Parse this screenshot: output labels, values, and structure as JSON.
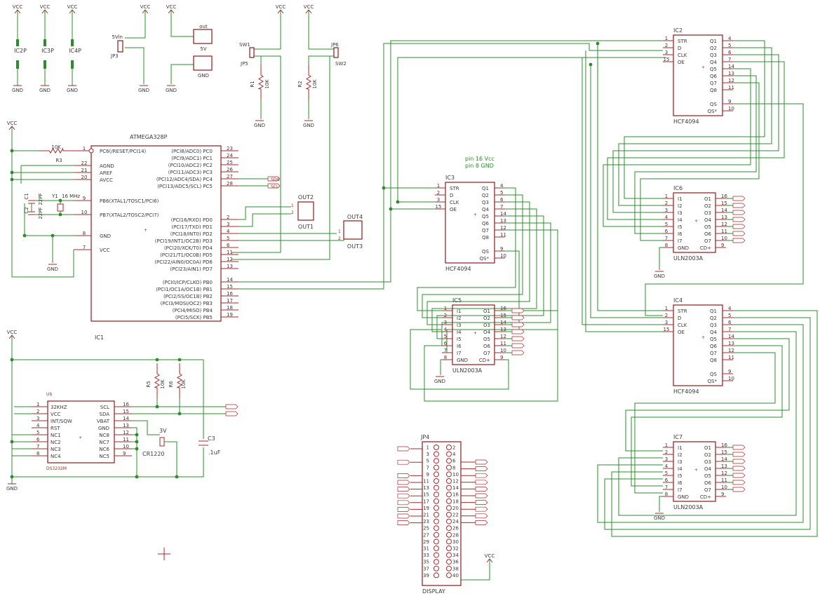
{
  "power": {
    "vcc": "VCC",
    "gnd": "GND",
    "out": "out",
    "v5": "5V",
    "v5in": "5Vin",
    "v3": "3V"
  },
  "small_ics": [
    {
      "name": "IC2P"
    },
    {
      "name": "IC3P"
    },
    {
      "name": "IC4P"
    }
  ],
  "jumpers": {
    "jp3": "JP3",
    "jp5": "JP5",
    "jp6": "JP6",
    "sw1": "SW1",
    "sw2": "SW2"
  },
  "resistors": [
    {
      "ref": "R1",
      "value": "10K"
    },
    {
      "ref": "R2",
      "value": "10K"
    },
    {
      "ref": "R3",
      "value": "10K"
    },
    {
      "ref": "R5",
      "value": "10K"
    },
    {
      "ref": "R6",
      "value": "10K"
    }
  ],
  "caps": {
    "c1": "C1",
    "c2": "C2",
    "c1v": "22PF",
    "c2v": "22PF",
    "y1": "Y1",
    "y1v": "16 MHz",
    "c3": "C3",
    "c3v": ".1uF"
  },
  "mcu": {
    "title": "ATMEGA328P",
    "ref": "IC1",
    "left_pins": [
      {
        "num": "1",
        "name": "PC6(/RESET/PCI14)"
      },
      {
        "num": "22",
        "name": "AGND"
      },
      {
        "num": "21",
        "name": "AREF"
      },
      {
        "num": "20",
        "name": "AVCC"
      },
      {
        "num": "9",
        "name": "PB6(XTAL1/TOSC1/PCI6)"
      },
      {
        "num": "10",
        "name": "PB7(XTAL2/TOSC2/PCI7)"
      },
      {
        "num": "8",
        "name": "GND"
      },
      {
        "num": "7",
        "name": "VCC"
      }
    ],
    "right_pins": [
      {
        "num": "23",
        "name": "(PCI8/ADC0) PC0"
      },
      {
        "num": "24",
        "name": "(PCI9/ADC1) PC1"
      },
      {
        "num": "25",
        "name": "(PCI10/ADC2) PC2"
      },
      {
        "num": "26",
        "name": "(PCI11/ADC3) PC3"
      },
      {
        "num": "27",
        "name": "(PCI12/ADC4/SDA) PC4"
      },
      {
        "num": "28",
        "name": "(PCI13/ADC5/SCL) PC5"
      },
      {
        "num": "2",
        "name": "(PCI16/RXD) PD0"
      },
      {
        "num": "3",
        "name": "(PCI17/TXD) PD1"
      },
      {
        "num": "4",
        "name": "(PCI18/INT0) PD2"
      },
      {
        "num": "5",
        "name": "(PCI19/INT1/OC2B) PD3"
      },
      {
        "num": "6",
        "name": "(PCI20/XCK/T0) PD4"
      },
      {
        "num": "11",
        "name": "(PCI21/T1/OC0B) PD5"
      },
      {
        "num": "12",
        "name": "(PCI22/AIN0/OC0A) PD6"
      },
      {
        "num": "13",
        "name": "(PCI23/AIN1) PD7"
      },
      {
        "num": "14",
        "name": "(PCI0/ICP/CLKO) PB0"
      },
      {
        "num": "15",
        "name": "(PCI1/OC1A/OC1B) PB1"
      },
      {
        "num": "16",
        "name": "(PCI2/SS/OC1B) PB2"
      },
      {
        "num": "17",
        "name": "(PCI3/MOSI/OC2) PB3"
      },
      {
        "num": "18",
        "name": "(PCI4/MISO) PB4"
      },
      {
        "num": "19",
        "name": "(PCI5/SCK) PB5"
      }
    ],
    "sda": "SDA",
    "scl": "SCL"
  },
  "outs": {
    "out1": "OUT1",
    "out2": "OUT2",
    "out3": "OUT3",
    "out4": "OUT4"
  },
  "note": {
    "line1": "pin 16 Vcc",
    "line2": "pin 8 GND"
  },
  "shift_regs": [
    {
      "ref": "IC2",
      "part": "HCF4094"
    },
    {
      "ref": "IC3",
      "part": "HCF4094"
    },
    {
      "ref": "IC4",
      "part": "HCF4094"
    }
  ],
  "shift_pins": {
    "left": [
      {
        "num": "1",
        "name": "STR"
      },
      {
        "num": "2",
        "name": "D"
      },
      {
        "num": "3",
        "name": "CLK"
      },
      {
        "num": "15",
        "name": "OE"
      }
    ],
    "right": [
      {
        "num": "4",
        "name": "Q1"
      },
      {
        "num": "5",
        "name": "Q2"
      },
      {
        "num": "6",
        "name": "Q3"
      },
      {
        "num": "7",
        "name": "Q4"
      },
      {
        "num": "14",
        "name": "Q5"
      },
      {
        "num": "13",
        "name": "Q6"
      },
      {
        "num": "12",
        "name": "Q7"
      },
      {
        "num": "11",
        "name": "Q8"
      },
      {
        "num": "9",
        "name": "QS"
      },
      {
        "num": "10",
        "name": "QS*"
      }
    ]
  },
  "drivers": [
    {
      "ref": "IC5",
      "part": "ULN2003A"
    },
    {
      "ref": "IC6",
      "part": "ULN2003A"
    },
    {
      "ref": "IC7",
      "part": "ULN2003A"
    }
  ],
  "uln_pins": {
    "left": [
      {
        "num": "1",
        "name": "I1"
      },
      {
        "num": "2",
        "name": "I2"
      },
      {
        "num": "3",
        "name": "I3"
      },
      {
        "num": "4",
        "name": "I4"
      },
      {
        "num": "5",
        "name": "I5"
      },
      {
        "num": "6",
        "name": "I6"
      },
      {
        "num": "7",
        "name": "I7"
      },
      {
        "num": "8",
        "name": "GND"
      }
    ],
    "right": [
      {
        "num": "16",
        "name": "O1"
      },
      {
        "num": "15",
        "name": "O2"
      },
      {
        "num": "14",
        "name": "O3"
      },
      {
        "num": "13",
        "name": "O4"
      },
      {
        "num": "12",
        "name": "O5"
      },
      {
        "num": "11",
        "name": "O6"
      },
      {
        "num": "10",
        "name": "O7"
      },
      {
        "num": "9",
        "name": "CD+"
      }
    ]
  },
  "rtc": {
    "ref": "U$",
    "part": "DS3232M",
    "left_pins": [
      {
        "num": "1",
        "name": "32KHZ"
      },
      {
        "num": "2",
        "name": "VCC"
      },
      {
        "num": "3",
        "name": "INT/SQW"
      },
      {
        "num": "4",
        "name": "RST"
      },
      {
        "num": "5",
        "name": "NC1"
      },
      {
        "num": "6",
        "name": "NC2"
      },
      {
        "num": "7",
        "name": "NC3"
      },
      {
        "num": "8",
        "name": "NC4"
      }
    ],
    "right_pins": [
      {
        "num": "16",
        "name": "SCL"
      },
      {
        "num": "15",
        "name": "SDA"
      },
      {
        "num": "14",
        "name": "VBAT"
      },
      {
        "num": "13",
        "name": "GND"
      },
      {
        "num": "12",
        "name": "NC8"
      },
      {
        "num": "11",
        "name": "NC7"
      },
      {
        "num": "10",
        "name": "NC6"
      },
      {
        "num": "9",
        "name": "NC5"
      }
    ],
    "battery": "CR1220"
  },
  "header": {
    "ref": "JP4",
    "label": "DISPLAY"
  }
}
